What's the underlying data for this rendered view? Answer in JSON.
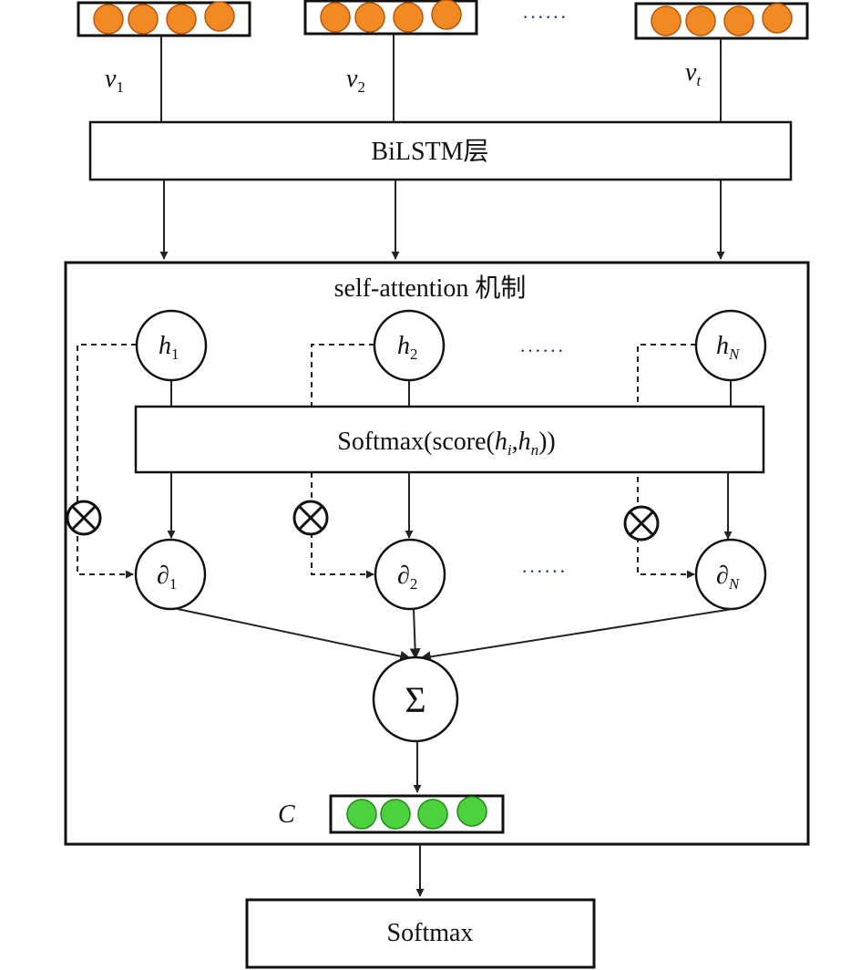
{
  "inputs": {
    "v1": {
      "base": "v",
      "sub": "1"
    },
    "v2": {
      "base": "v",
      "sub": "2"
    },
    "vt": {
      "base": "v",
      "sub": "t"
    },
    "ellipsis": "······"
  },
  "bilstm_label": "BiLSTM层",
  "attention": {
    "title": "self-attention 机制",
    "h1": {
      "base": "h",
      "sub": "1"
    },
    "h2": {
      "base": "h",
      "sub": "2"
    },
    "hN": {
      "base": "h",
      "sub": "N"
    },
    "h_ellipsis": "······",
    "softmax_score": {
      "prefix": "Softmax(score(",
      "h_i_base": "h",
      "h_i_sub": "i",
      "sep": ",",
      "h_n_base": "h",
      "h_n_sub": "n",
      "suffix": "))"
    },
    "multiply_symbol": "⊗",
    "a1": {
      "base": "∂",
      "sub": "1"
    },
    "a2": {
      "base": "∂",
      "sub": "2"
    },
    "aN": {
      "base": "∂",
      "sub": "N"
    },
    "a_ellipsis": "······",
    "sum_symbol": "Σ",
    "context_label": "C"
  },
  "output_label": "Softmax",
  "colors": {
    "input_dot": "#f28a24",
    "input_dot_stroke": "#b8560b",
    "context_dot": "#4cd23c",
    "context_dot_stroke": "#238a1c",
    "line": "#222222",
    "ellipsis": "#223a7a"
  }
}
